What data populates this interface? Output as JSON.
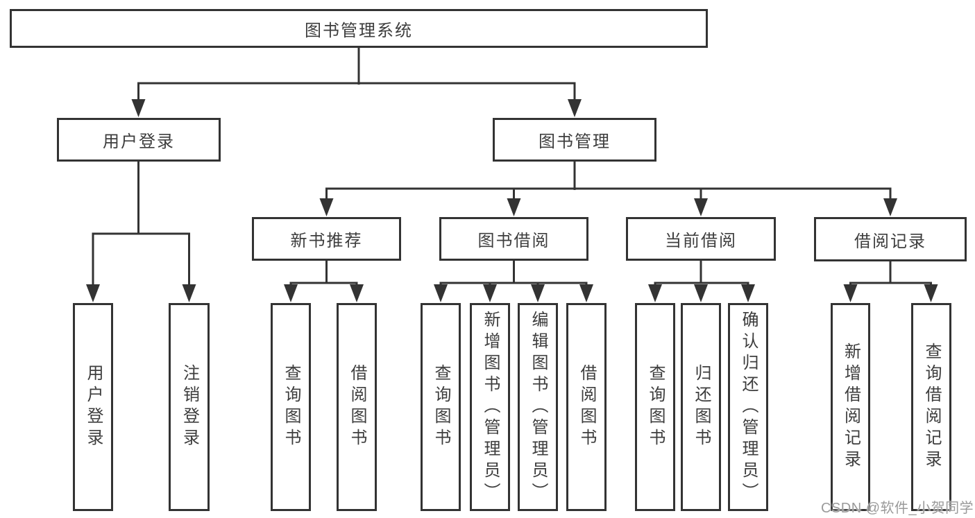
{
  "diagram": {
    "root": "图书管理系统",
    "level2": [
      {
        "label": "用户登录",
        "children": [
          "用户登录",
          "注销登录"
        ]
      },
      {
        "label": "图书管理",
        "modules": [
          {
            "label": "新书推荐",
            "children": [
              "查询图书",
              "借阅图书"
            ]
          },
          {
            "label": "图书借阅",
            "children": [
              "查询图书",
              "新增图书（管理员）",
              "编辑图书（管理员）",
              "借阅图书"
            ]
          },
          {
            "label": "当前借阅",
            "children": [
              "查询图书",
              "归还图书",
              "确认归还（管理员）"
            ]
          },
          {
            "label": "借阅记录",
            "children": [
              "新增借阅记录",
              "查询借阅记录"
            ]
          }
        ]
      }
    ]
  },
  "watermark": {
    "text": "CSDN @软件_小贺同学"
  },
  "colors": {
    "line": "#333333",
    "border": "#333333",
    "text": "#3d3d3d",
    "watermark": "#9a9a9a",
    "background": "#ffffff"
  }
}
